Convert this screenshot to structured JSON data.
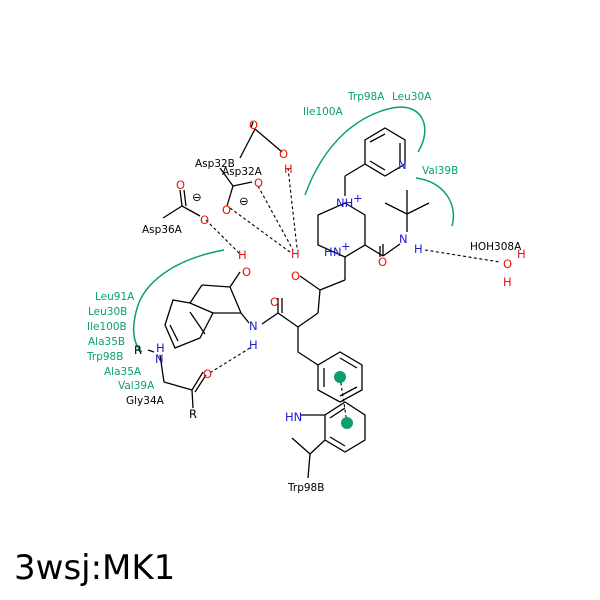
{
  "title": "3wsj:MK1",
  "residues_hydrophobic": {
    "trp98a": "Trp98A",
    "leu30a": "Leu30A",
    "ile100a": "Ile100A",
    "val39b": "Val39B",
    "leu91a": "Leu91A",
    "leu30b": "Leu30B",
    "ile100b": "Ile100B",
    "ala35b": "Ala35B",
    "trp98b": "Trp98B",
    "ala35a": "Ala35A",
    "val39a": "Val39A"
  },
  "residues_hbond": {
    "asp32b": "Asp32B",
    "asp32a": "Asp32A",
    "asp36a": "Asp36A",
    "gly34a": "Gly34A",
    "hoh308a": "HOH308A",
    "trp98b_stack": "Trp98B"
  },
  "atoms": {
    "o": "O",
    "n": "N",
    "h": "H",
    "r": "R",
    "hn": "HN",
    "nh_plus": "NH",
    "plus": "+",
    "minus": "⊖"
  }
}
